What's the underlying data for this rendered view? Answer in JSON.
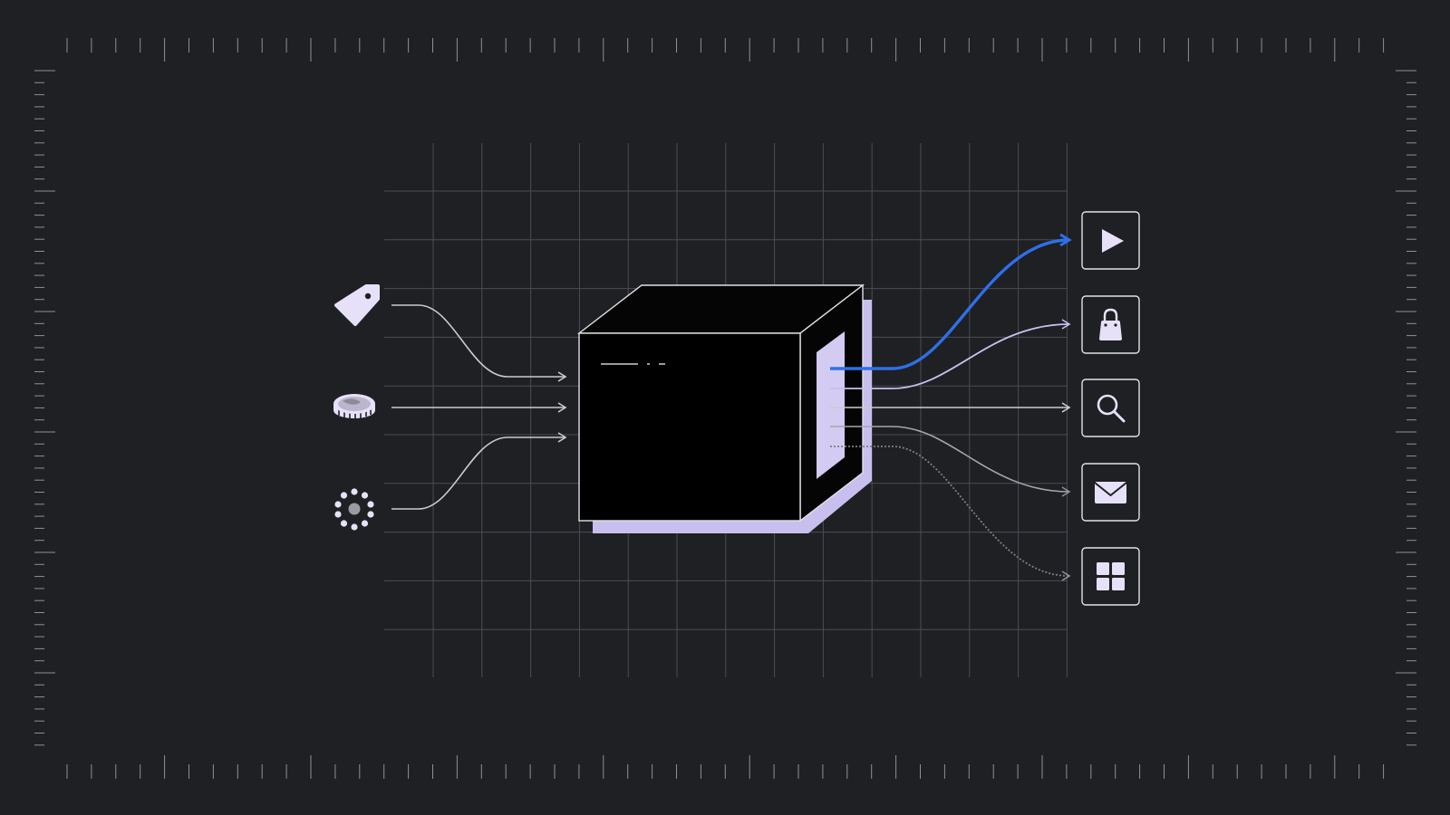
{
  "colors": {
    "background": "#1e2023",
    "grid": "#4a4d52",
    "ruler": "#8d9095",
    "connector": "#c9cbd0",
    "lavender": "#c8bfee",
    "highlight": "#2f6fe8",
    "box_face": "#000000",
    "box_edge": "#e2e2e6",
    "icon_fill": "#e6e1f8"
  },
  "inputs": [
    {
      "id": "price-tag",
      "icon": "price-tag-icon"
    },
    {
      "id": "coin",
      "icon": "coin-icon"
    },
    {
      "id": "dots-cluster",
      "icon": "dots-cluster-icon"
    }
  ],
  "outputs": [
    {
      "id": "play",
      "icon": "play-icon",
      "line_style": "highlighted"
    },
    {
      "id": "shopping-bag",
      "icon": "shopping-bag-icon",
      "line_style": "lavender"
    },
    {
      "id": "search",
      "icon": "search-icon",
      "line_style": "solid"
    },
    {
      "id": "mail",
      "icon": "mail-icon",
      "line_style": "gray"
    },
    {
      "id": "grid",
      "icon": "grid-icon",
      "line_style": "dotted"
    }
  ],
  "processor": {
    "icon": "black-box-processor"
  }
}
